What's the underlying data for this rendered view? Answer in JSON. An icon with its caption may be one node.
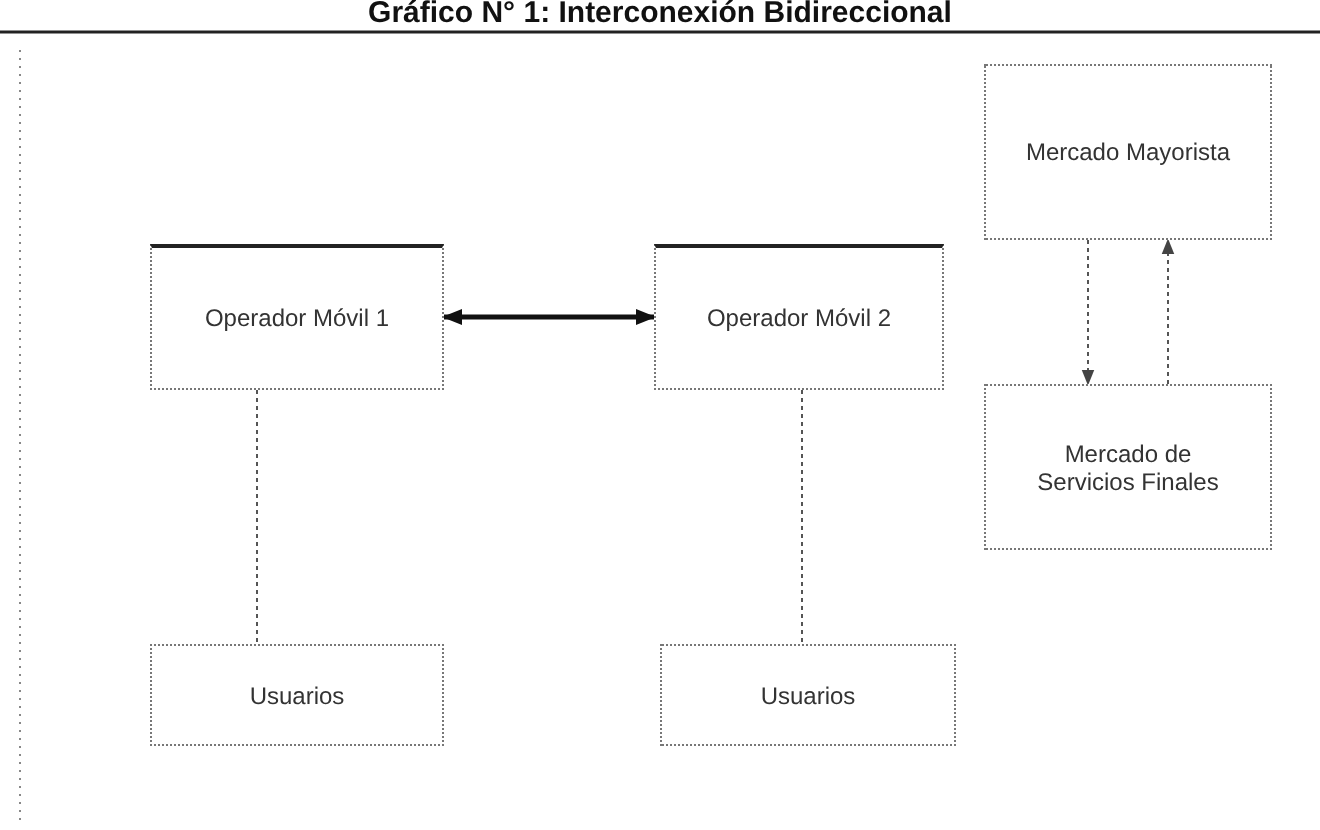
{
  "diagram": {
    "title": "Gráfico N° 1: Interconexión Bidireccional",
    "nodes": [
      {
        "text": [
          "Mercado Mayorista"
        ]
      },
      {
        "text": [
          "Operador Móvil 1"
        ]
      },
      {
        "text": [
          "Operador Móvil 2"
        ]
      },
      {
        "text": [
          "Mercado de Servicios Finales"
        ]
      },
      {
        "text": [
          "Usuarios"
        ]
      },
      {
        "text": [
          "Usuarios"
        ]
      }
    ],
    "edges": [
      {
        "from": 1,
        "to": 2,
        "arrow": "both",
        "style": "thick"
      },
      {
        "from": 0,
        "to": 3,
        "arrow": "to",
        "style": "dashed"
      },
      {
        "from": 3,
        "to": 0,
        "arrow": "to",
        "style": "dashed"
      },
      {
        "from": 1,
        "to": 4,
        "arrow": "none",
        "style": "dashed"
      },
      {
        "from": 2,
        "to": 5,
        "arrow": "none",
        "style": "dashed"
      }
    ]
  }
}
